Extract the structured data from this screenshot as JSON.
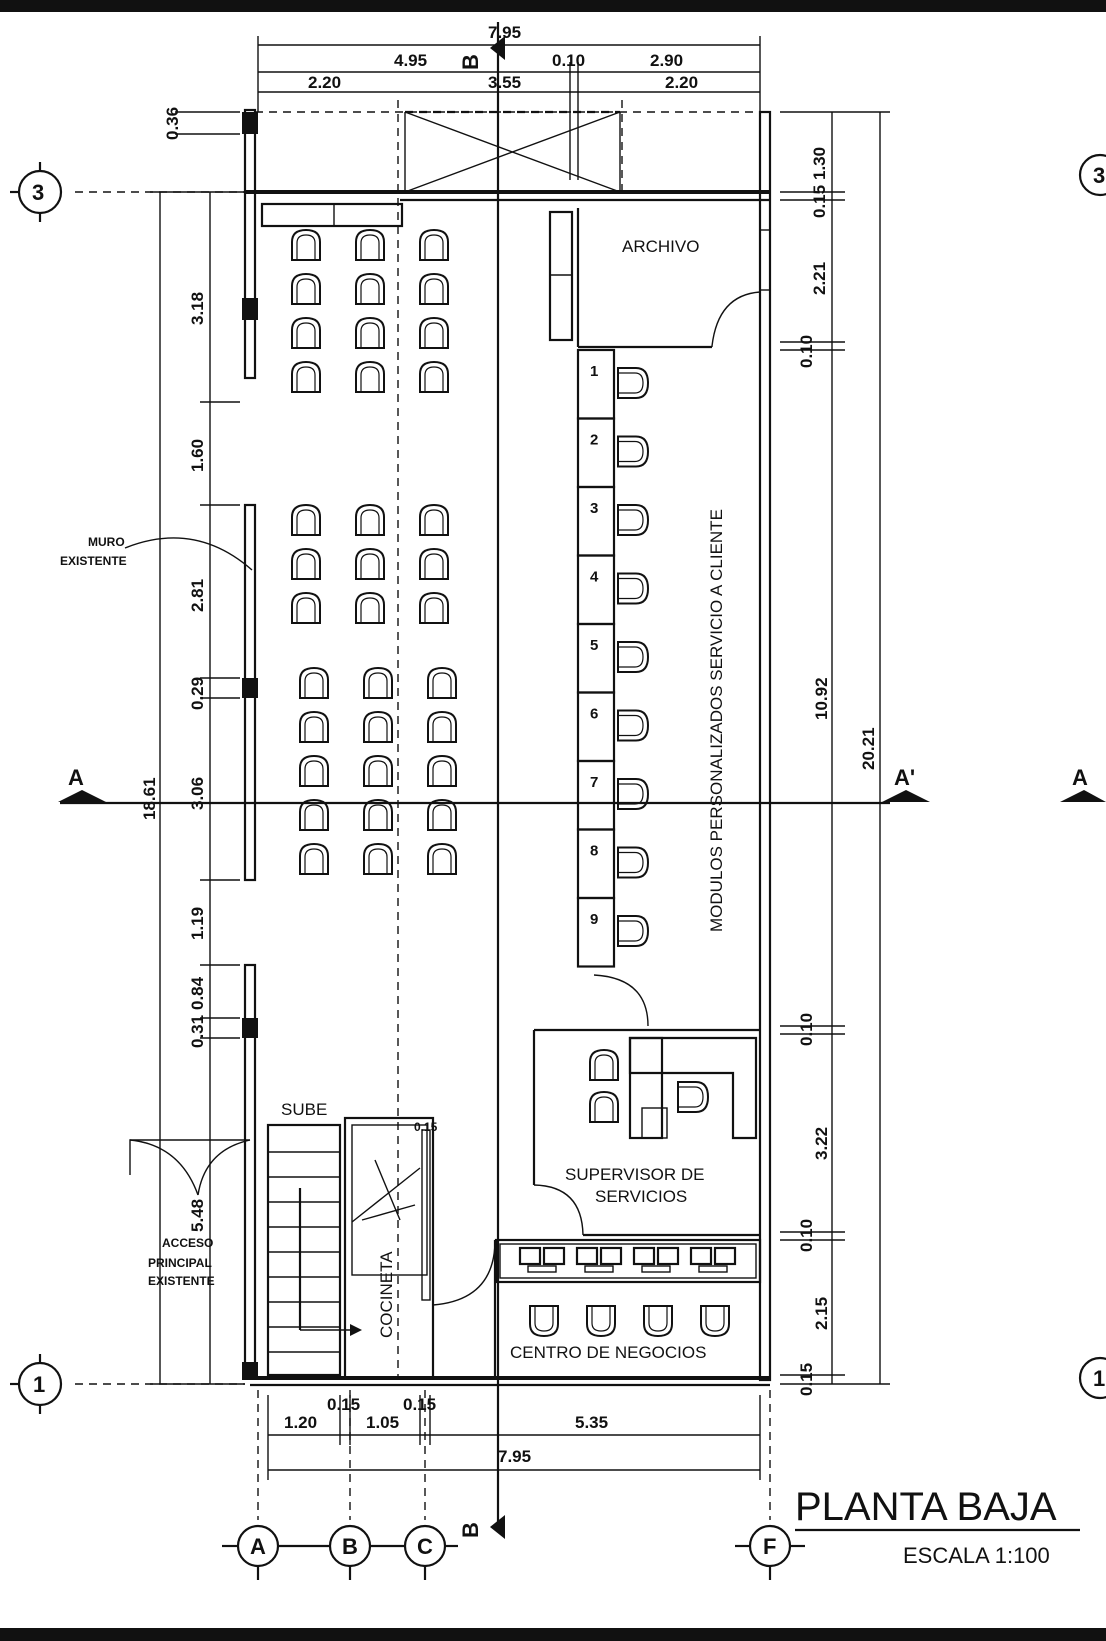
{
  "title": "PLANTA BAJA",
  "scale": "ESCALA 1:100",
  "rooms": {
    "archivo": "ARCHIVO",
    "modulos": "MODULOS PERSONALIZADOS SERVICIO A CLIENTE",
    "supervisor_line1": "SUPERVISOR DE",
    "supervisor_line2": "SERVICIOS",
    "centro": "CENTRO DE NEGOCIOS",
    "cocineta": "COCINETA",
    "sube": "SUBE",
    "muro_line1": "MURO",
    "muro_line2": "EXISTENTE",
    "acceso_line1": "ACCESO",
    "acceso_line2": "PRINCIPAL",
    "acceso_line3": "EXISTENTE"
  },
  "modules": [
    "1",
    "2",
    "3",
    "4",
    "5",
    "6",
    "7",
    "8",
    "9"
  ],
  "grid": {
    "columns": [
      "A",
      "B",
      "C",
      "F"
    ],
    "rows": [
      "3",
      "1"
    ],
    "sections": [
      "A",
      "A'",
      "B",
      "B"
    ],
    "partial": [
      "3",
      "A",
      "1"
    ]
  },
  "dims": {
    "top_total": "7.95",
    "top_a": "4.95",
    "top_b": "0.10",
    "top_c": "2.90",
    "top_d": "2.20",
    "top_e": "3.55",
    "top_f": "2.20",
    "left_a": "0.36",
    "left_b": "3.18",
    "left_c": "1.60",
    "left_d": "2.81",
    "left_e": "0.29",
    "left_f": "3.06",
    "left_g": "1.19",
    "left_h": "0.84",
    "left_i": "0.31",
    "left_j": "5.48",
    "left_total": "18.61",
    "right_a": "1.30",
    "right_b": "0.15",
    "right_c": "2.21",
    "right_d": "0.10",
    "right_e": "10.92",
    "right_f": "0.10",
    "right_g": "3.22",
    "right_h": "0.10",
    "right_i": "2.15",
    "right_j": "0.15",
    "right_total": "20.21",
    "bot_a": "1.20",
    "bot_b": "0.15",
    "bot_c": "1.05",
    "bot_d": "0.15",
    "bot_e": "5.35",
    "bot_total": "7.95"
  }
}
